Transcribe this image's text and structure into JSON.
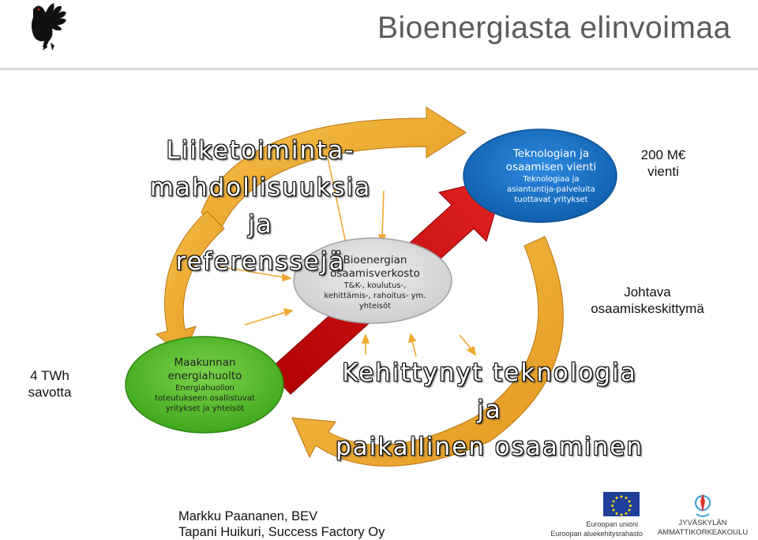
{
  "header": {
    "title": "Bioenergiasta elinvoimaa",
    "logo_icon": "capercaillie-bird-icon"
  },
  "diagram": {
    "title_top": [
      "Liiketoiminta-",
      "mahdollisuuksia ja",
      "referenssejä"
    ],
    "title_bottom": [
      "Kehittynyt teknologia ja",
      "paikallinen osaaminen"
    ],
    "oval_blue": {
      "heading": [
        "Teknologian ja",
        "osaamisen vienti"
      ],
      "sub": [
        "Teknologiaa ja",
        "asiantuntija-palveluita",
        "tuottavat yritykset"
      ],
      "color": "#1d72c5"
    },
    "oval_grey": {
      "heading": [
        "Bioenergian",
        "osaamisverkosto"
      ],
      "sub": [
        "T&K-, koulutus-,",
        "kehittämis-, rahoitus- ym.",
        "yhteisöt"
      ],
      "color": "#d9d9d9"
    },
    "oval_green": {
      "heading": [
        "Maakunnan",
        "energiahuolto"
      ],
      "sub": [
        "Energiahuollon",
        "toteutukseen osallistuvat",
        "yritykset ja yhteisöt"
      ],
      "color": "#5cbf2a"
    },
    "arrow_colors": {
      "cycle": "#f0a830",
      "center": "#cc1111"
    }
  },
  "labels": {
    "export": [
      "200 M€",
      "vienti"
    ],
    "cluster": [
      "Johtava",
      "osaamiskeskittymä"
    ],
    "twh": [
      "4 TWh",
      "savotta"
    ]
  },
  "credits": [
    "Markku Paananen, BEV",
    "Tapani Huikuri, Success Factory Oy"
  ],
  "logos": {
    "eu": [
      "Euroopan unioni",
      "Euroopan aluekehitysrahasto"
    ],
    "jamk": [
      "JYVÄSKYLÄN",
      "AMMATTIKORKEAKOULU"
    ]
  }
}
